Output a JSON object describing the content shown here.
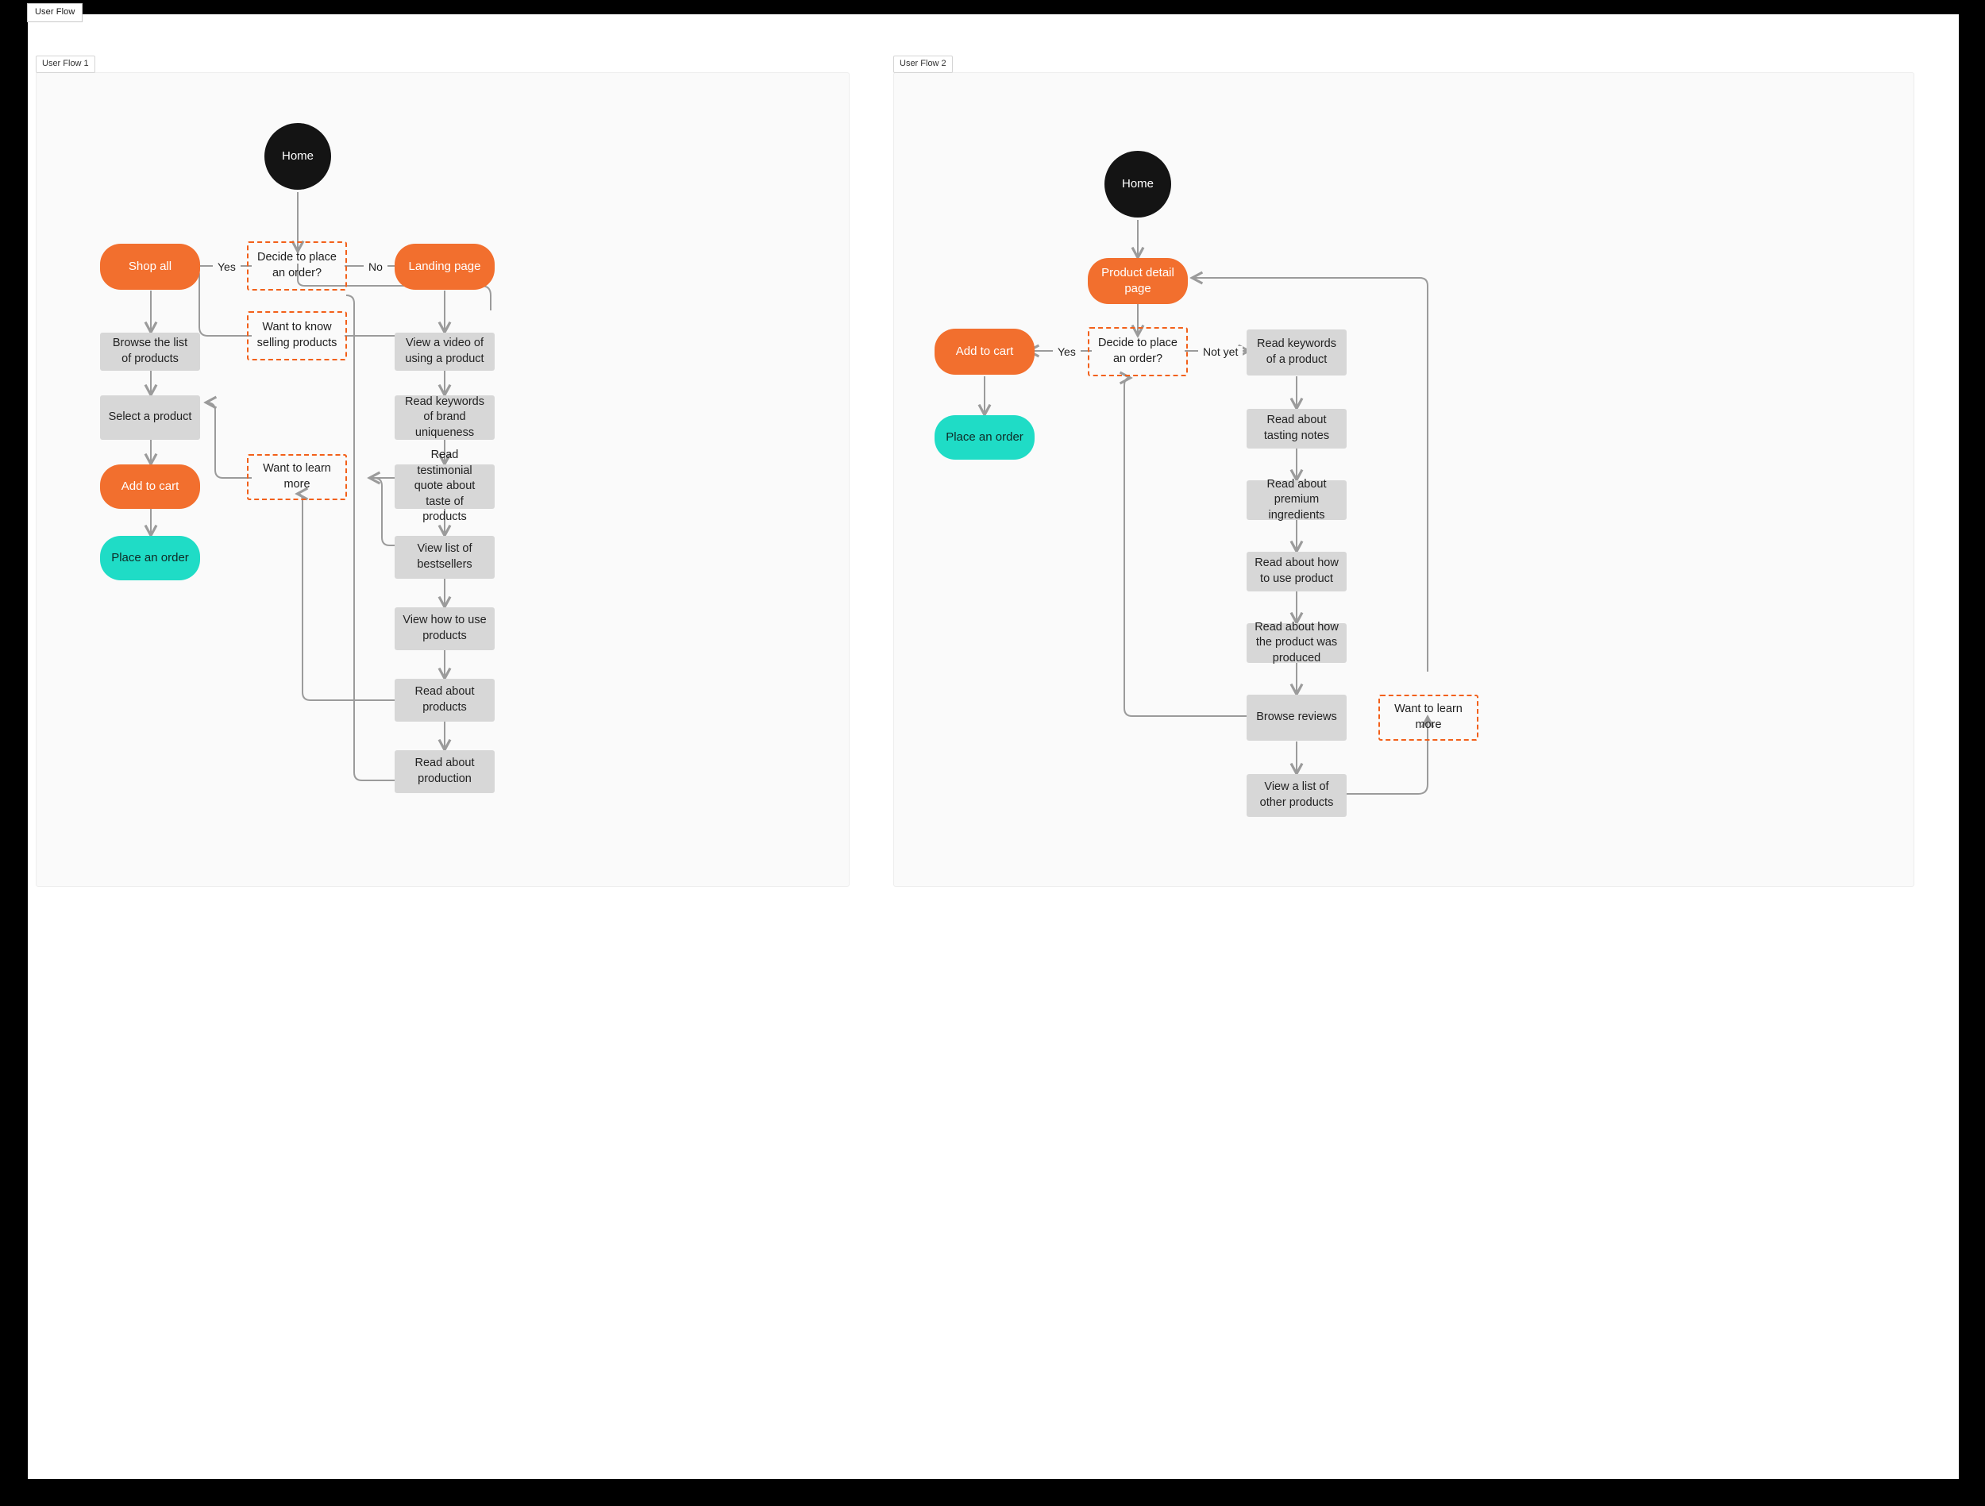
{
  "toolbar": {
    "tab_label": "User Flow"
  },
  "frames": [
    {
      "id": "flow1",
      "label": "User Flow 1",
      "nodes": [
        {
          "key": "home",
          "label": "Home",
          "type": "terminal"
        },
        {
          "key": "shop_all",
          "label": "Shop all",
          "type": "action"
        },
        {
          "key": "decide",
          "label": "Decide to place an order?",
          "type": "decision"
        },
        {
          "key": "landing",
          "label": "Landing page",
          "type": "action"
        },
        {
          "key": "browse_list",
          "label": "Browse the list of products",
          "type": "page"
        },
        {
          "key": "know_selling",
          "label": "Want to know selling products",
          "type": "decision"
        },
        {
          "key": "video",
          "label": "View a video of using a product",
          "type": "page"
        },
        {
          "key": "select",
          "label": "Select a product",
          "type": "page"
        },
        {
          "key": "keywords",
          "label": "Read keywords of brand uniqueness",
          "type": "page"
        },
        {
          "key": "add_cart",
          "label": "Add to cart",
          "type": "action"
        },
        {
          "key": "learn_more",
          "label": "Want to learn more",
          "type": "decision"
        },
        {
          "key": "testimonial",
          "label": "Read testimonial quote about taste of products",
          "type": "page"
        },
        {
          "key": "place_order",
          "label": "Place an order",
          "type": "goal"
        },
        {
          "key": "bestsellers",
          "label": "View list of bestsellers",
          "type": "page"
        },
        {
          "key": "how_to_use",
          "label": "View how to use products",
          "type": "page"
        },
        {
          "key": "about_prod",
          "label": "Read about products",
          "type": "page"
        },
        {
          "key": "production",
          "label": "Read about production",
          "type": "page"
        }
      ],
      "edge_labels": [
        {
          "key": "yes",
          "label": "Yes"
        },
        {
          "key": "no",
          "label": "No"
        }
      ]
    },
    {
      "id": "flow2",
      "label": "User Flow 2",
      "nodes": [
        {
          "key": "home2",
          "label": "Home",
          "type": "terminal"
        },
        {
          "key": "pdp",
          "label": "Product detail page",
          "type": "action"
        },
        {
          "key": "add_cart2",
          "label": "Add to cart",
          "type": "action"
        },
        {
          "key": "decide2",
          "label": "Decide to place an order?",
          "type": "decision"
        },
        {
          "key": "kw_product",
          "label": "Read keywords of a product",
          "type": "page"
        },
        {
          "key": "place_order2",
          "label": "Place an order",
          "type": "goal"
        },
        {
          "key": "tasting",
          "label": "Read about tasting notes",
          "type": "page"
        },
        {
          "key": "premium",
          "label": "Read about premium ingredients",
          "type": "page"
        },
        {
          "key": "how_use2",
          "label": "Read about how to use product",
          "type": "page"
        },
        {
          "key": "produced",
          "label": "Read about how the product was produced",
          "type": "page"
        },
        {
          "key": "reviews",
          "label": "Browse reviews",
          "type": "page"
        },
        {
          "key": "learn_more2",
          "label": "Want to learn more",
          "type": "decision"
        },
        {
          "key": "other_prods",
          "label": "View a list of other products",
          "type": "page"
        }
      ],
      "edge_labels": [
        {
          "key": "yes2",
          "label": "Yes"
        },
        {
          "key": "notyet",
          "label": "Not yet"
        }
      ]
    }
  ],
  "palette": {
    "terminal": "#141414",
    "action": "#f26f2e",
    "goal": "#1fdcc6",
    "page": "#d7d7d7",
    "decision_border": "#f2601a",
    "wire": "#9b9b9b",
    "frame_bg": "#fafafa",
    "canvas_bg": "#ffffff"
  }
}
